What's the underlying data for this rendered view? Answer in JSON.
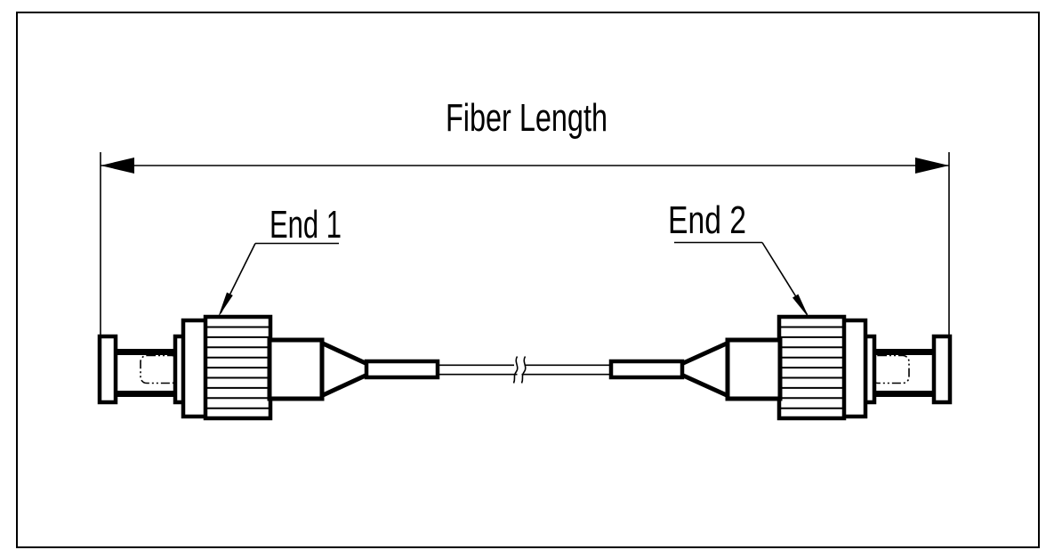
{
  "labels": {
    "fiber_length": "Fiber Length",
    "end1": "End 1",
    "end2": "End 2"
  },
  "colors": {
    "line": "#000000",
    "background": "#ffffff"
  }
}
